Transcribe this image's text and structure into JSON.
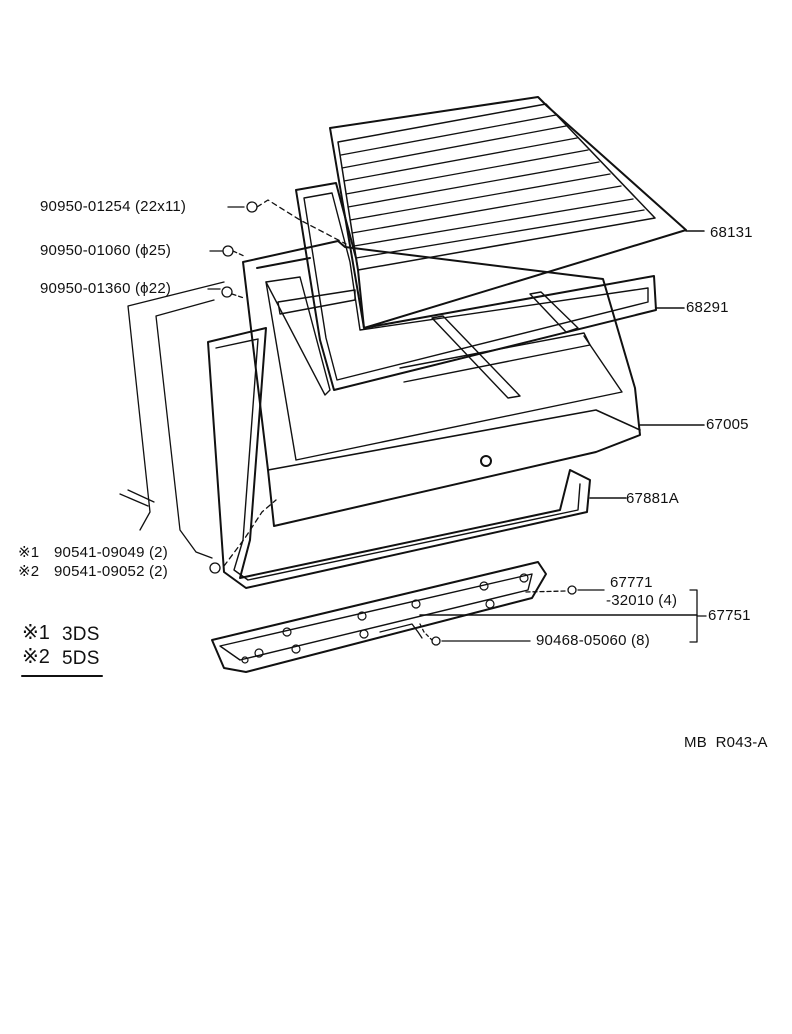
{
  "callouts": {
    "c68131": "68131",
    "c68291": "68291",
    "c67005": "67005",
    "c67881A": "67881A",
    "c67751": "67751",
    "c67771_line1": "67771",
    "c67771_line2": "-32010 (4)",
    "c90468": "90468-05060 (8)",
    "c90950_01254": "90950-01254 (22x11)",
    "c90950_01060": "90950-01060 (ϕ25)",
    "c90950_01360": "90950-01360 (ϕ22)",
    "c90541_09049": "90541-09049 (2)",
    "c90541_09052": "90541-09052 (2)"
  },
  "markers": {
    "m1": "※1",
    "m2": "※2"
  },
  "notes": {
    "n1_mark": "※1",
    "n1_text": "3DS",
    "n2_mark": "※2",
    "n2_text": "5DS"
  },
  "footer": {
    "ref": "MB  R043-A"
  }
}
